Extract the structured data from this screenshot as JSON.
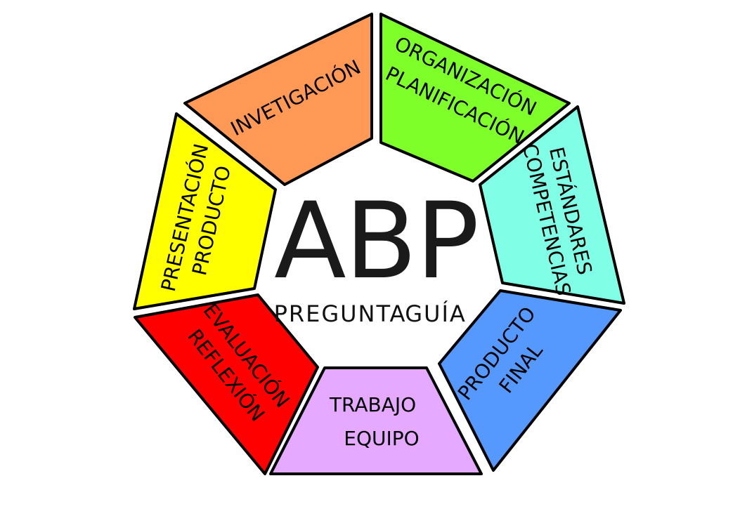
{
  "center": {
    "title": "ABP",
    "subtitle_word1": "PREGUNTA",
    "subtitle_word2": "GUÍA"
  },
  "segments": [
    {
      "id": "investigacion",
      "lines": [
        "INVETIGACIÓN"
      ],
      "color": "#FF9955"
    },
    {
      "id": "organizacion",
      "lines": [
        "ORGANIZACIÓN",
        "PLANIFICACIÓN"
      ],
      "color": "#7FFF2A"
    },
    {
      "id": "estandares",
      "lines": [
        "ESTÁNDARES",
        "COMPETENCIAS"
      ],
      "color": "#80FFE6"
    },
    {
      "id": "producto-final",
      "lines": [
        "PRODUCTO",
        "FINAL"
      ],
      "color": "#5599FF"
    },
    {
      "id": "trabajo-equipo",
      "lines": [
        "TRABAJO",
        "EQUIPO"
      ],
      "color": "#E5AAFF"
    },
    {
      "id": "evaluacion",
      "lines": [
        "EVALUACIÓN",
        "REFLEXIÓN"
      ],
      "color": "#FF0000"
    },
    {
      "id": "presentacion",
      "lines": [
        "PRESENTACIÓN",
        "PRODUCTO"
      ],
      "color": "#FFFF00"
    }
  ]
}
